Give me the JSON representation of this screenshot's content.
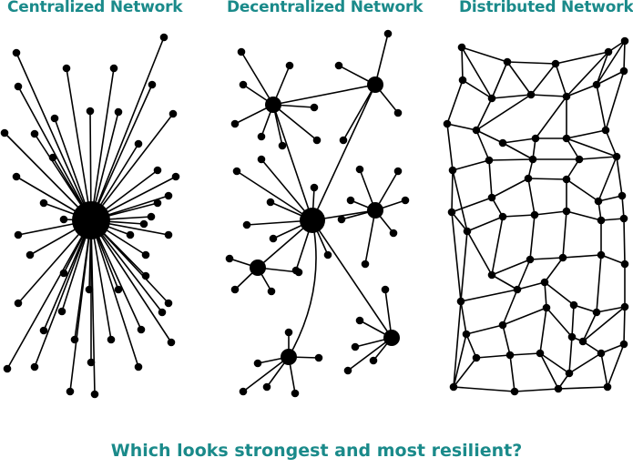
{
  "colors": {
    "accent": "#1a8a8a",
    "ink": "#000000",
    "background": "#ffffff"
  },
  "titles": {
    "centralized": "Centralized Network",
    "decentralized": "Decentralized Network",
    "distributed": "Distributed Network"
  },
  "question": "Which looks strongest and most resilient?"
}
